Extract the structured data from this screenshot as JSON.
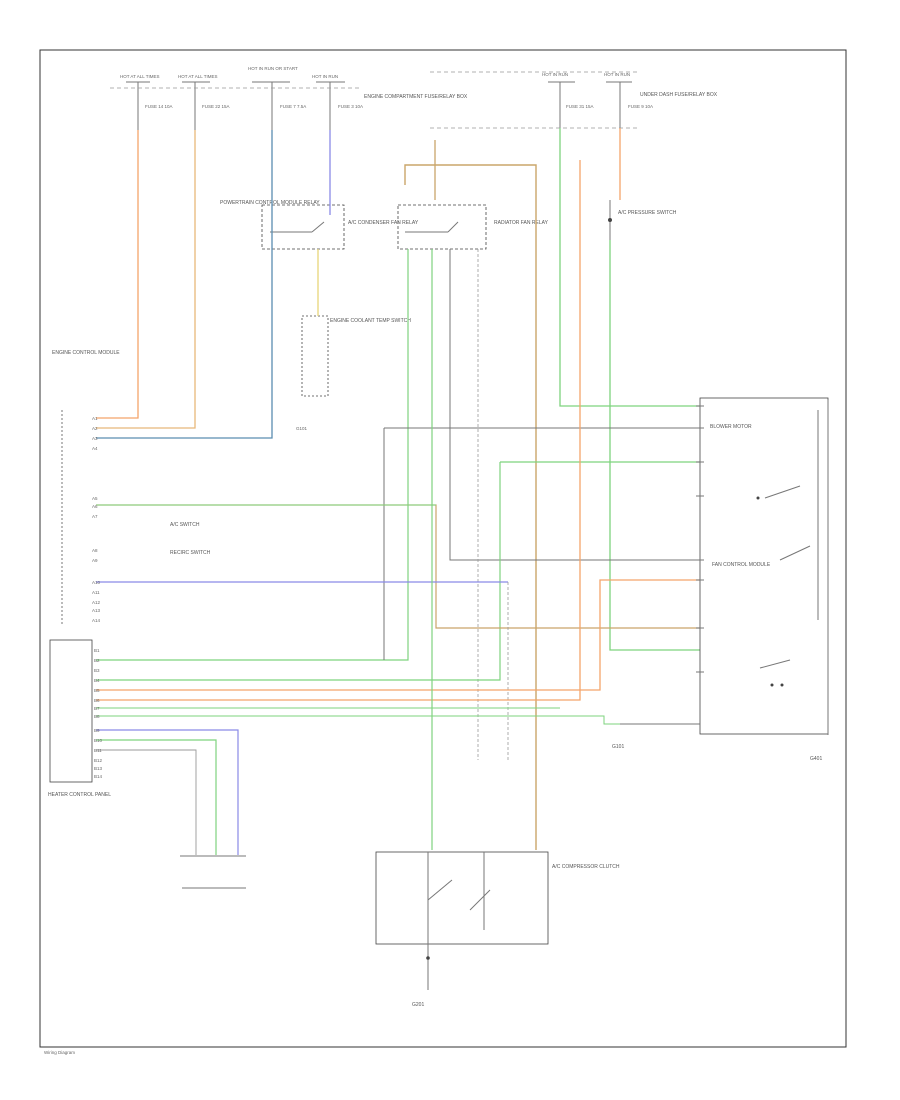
{
  "top_fuses": [
    {
      "id": "fuse-1",
      "head": "HOT AT ALL TIMES",
      "label": "FUSE 14 10A"
    },
    {
      "id": "fuse-2",
      "head": "HOT AT ALL TIMES",
      "label": "FUSE 22 15A"
    },
    {
      "id": "fuse-3",
      "head": "HOT IN RUN OR START",
      "label": "FUSE 7 7.5A"
    },
    {
      "id": "fuse-4",
      "head": "HOT IN RUN",
      "label": "FUSE 3 10A"
    },
    {
      "id": "fuse-5",
      "head": "HOT IN RUN",
      "label": "FUSE 31 15A"
    },
    {
      "id": "fuse-6",
      "head": "HOT IN RUN",
      "label": "FUSE 9 10A"
    }
  ],
  "labels": {
    "engine_box": "ENGINE COMPARTMENT FUSE/RELAY BOX",
    "dash_box": "UNDER DASH FUSE/RELAY BOX",
    "powertrain_relay": "POWERTRAIN CONTROL MODULE RELAY",
    "radiator_relay": "RADIATOR FAN RELAY",
    "condenser_relay": "A/C CONDENSER FAN RELAY",
    "pressure_switch": "A/C PRESSURE SWITCH",
    "ect_switch": "ENGINE COOLANT TEMP SWITCH",
    "pcm": "ENGINE CONTROL MODULE",
    "hvac": "HEATER CONTROL PANEL",
    "blower": "BLOWER MOTOR",
    "fan_control": "FAN CONTROL MODULE",
    "compressor": "A/C COMPRESSOR CLUTCH",
    "ground_left": "G101",
    "ground_right": "G401",
    "ground_bottom": "G201",
    "note_a": "A/C SWITCH",
    "note_b": "RECIRC SWITCH",
    "footer": "Wiring Diagram"
  },
  "pin_rows_upper": [
    "A1",
    "A2",
    "A3",
    "A4",
    "A5",
    "A6",
    "A7",
    "A8",
    "A9",
    "A10",
    "A11",
    "A12",
    "A13",
    "A14"
  ],
  "pin_rows_lower": [
    "B1",
    "B2",
    "B3",
    "B4",
    "B5",
    "B6",
    "B7",
    "B8",
    "B9",
    "B10",
    "B11",
    "B12",
    "B13",
    "B14"
  ],
  "wire_colors": {
    "orange": "#f4a46a",
    "blue_gray": "#5b8db0",
    "green": "#7ed37e",
    "yellow": "#e8d67a",
    "violet": "#8a8ae6",
    "tan": "#caa56a",
    "gray": "#777777"
  }
}
